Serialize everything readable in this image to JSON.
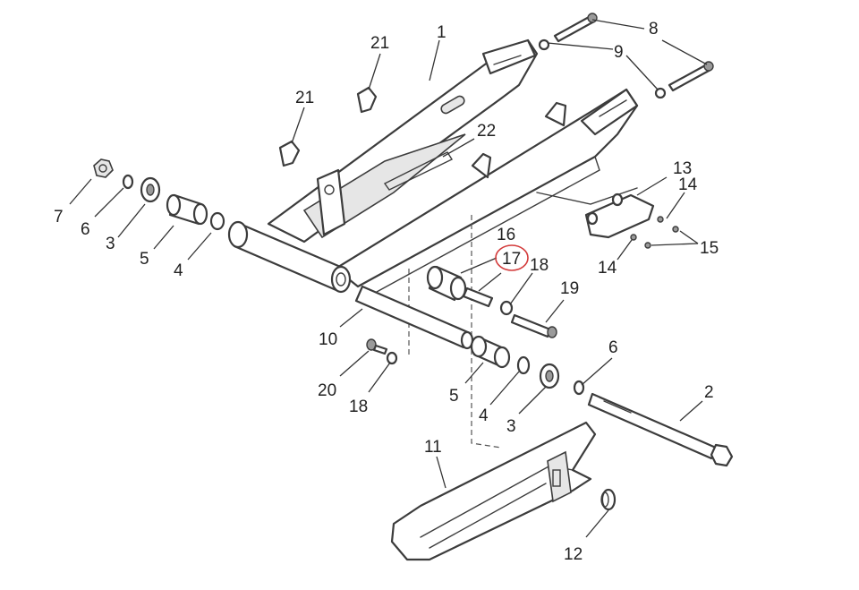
{
  "callouts": [
    {
      "id": "c1",
      "text": "1"
    },
    {
      "id": "c2",
      "text": "2"
    },
    {
      "id": "c3a",
      "text": "3"
    },
    {
      "id": "c3b",
      "text": "3"
    },
    {
      "id": "c4a",
      "text": "4"
    },
    {
      "id": "c4b",
      "text": "4"
    },
    {
      "id": "c5a",
      "text": "5"
    },
    {
      "id": "c5b",
      "text": "5"
    },
    {
      "id": "c6a",
      "text": "6"
    },
    {
      "id": "c6b",
      "text": "6"
    },
    {
      "id": "c7",
      "text": "7"
    },
    {
      "id": "c8",
      "text": "8"
    },
    {
      "id": "c9",
      "text": "9"
    },
    {
      "id": "c10",
      "text": "10"
    },
    {
      "id": "c11",
      "text": "11"
    },
    {
      "id": "c12",
      "text": "12"
    },
    {
      "id": "c13",
      "text": "13"
    },
    {
      "id": "c14a",
      "text": "14"
    },
    {
      "id": "c14b",
      "text": "14"
    },
    {
      "id": "c15",
      "text": "15"
    },
    {
      "id": "c16",
      "text": "16"
    },
    {
      "id": "c17",
      "text": "17"
    },
    {
      "id": "c18a",
      "text": "18"
    },
    {
      "id": "c18b",
      "text": "18"
    },
    {
      "id": "c19",
      "text": "19"
    },
    {
      "id": "c20",
      "text": "20"
    },
    {
      "id": "c21a",
      "text": "21"
    },
    {
      "id": "c21b",
      "text": "21"
    },
    {
      "id": "c22",
      "text": "22"
    }
  ],
  "highlight": {
    "callout": "17",
    "color": "#d33a3a"
  }
}
